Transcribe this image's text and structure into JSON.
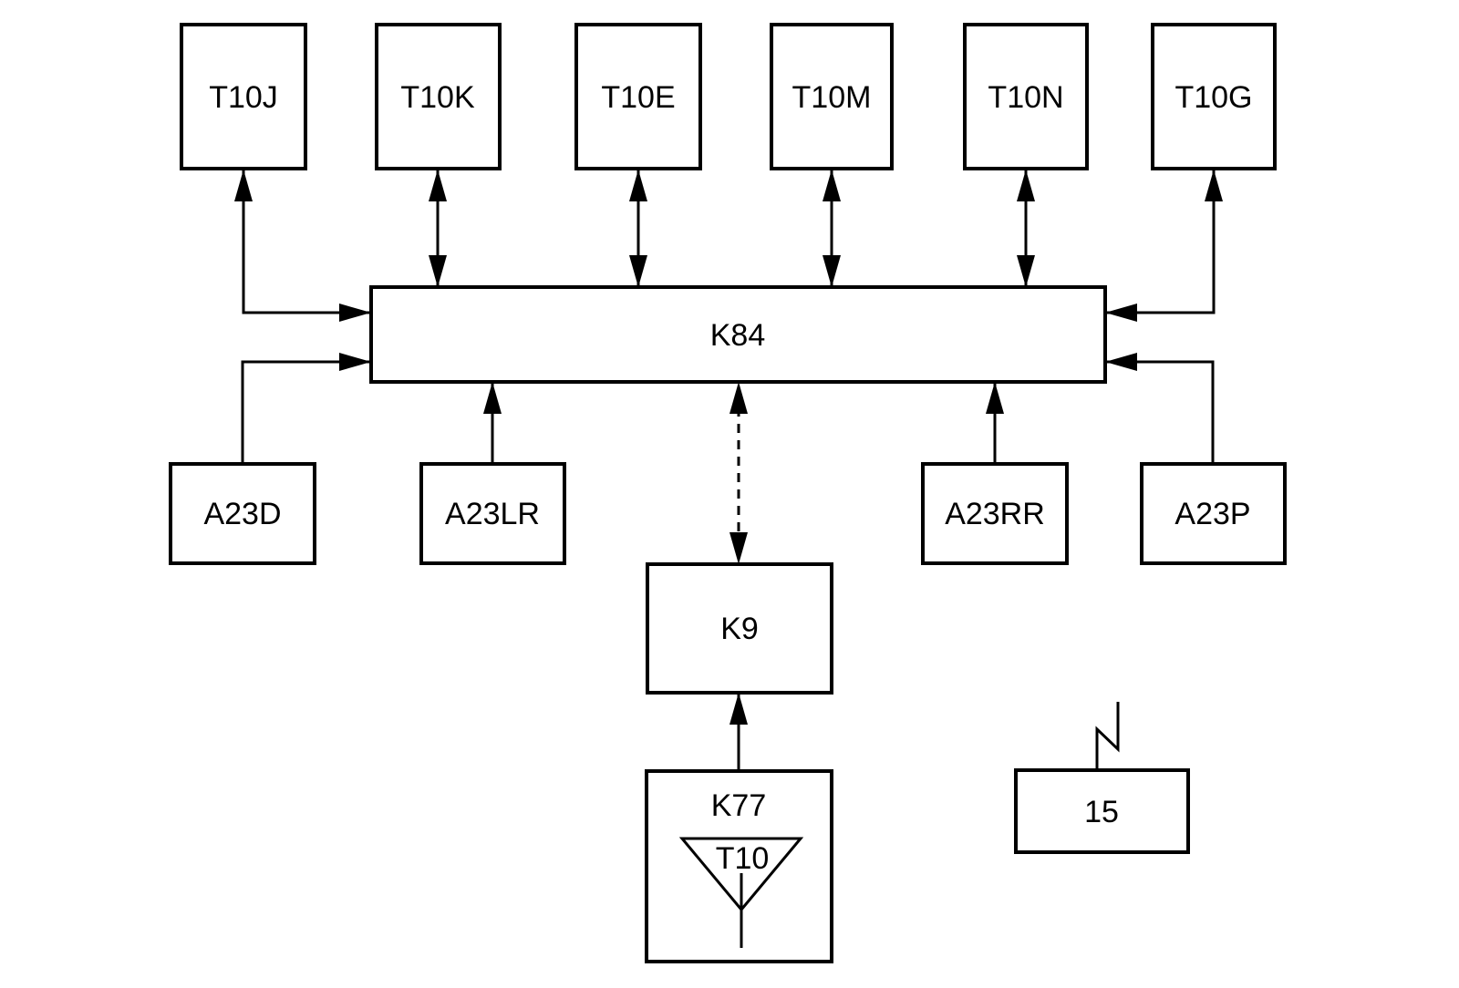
{
  "figure": {
    "paper_color": "#ffffff",
    "ink_color": "#000000"
  },
  "nodes": {
    "t10j": {
      "label": "T10J"
    },
    "t10k": {
      "label": "T10K"
    },
    "t10e": {
      "label": "T10E"
    },
    "t10m": {
      "label": "T10M"
    },
    "t10n": {
      "label": "T10N"
    },
    "t10g": {
      "label": "T10G"
    },
    "k84": {
      "label": "K84"
    },
    "a23d": {
      "label": "A23D"
    },
    "a23lr": {
      "label": "A23LR"
    },
    "a23rr": {
      "label": "A23RR"
    },
    "a23p": {
      "label": "A23P"
    },
    "k9": {
      "label": "K9"
    },
    "k77": {
      "label": "K77"
    },
    "t10": {
      "label": "T10"
    },
    "ant15": {
      "label": "15"
    }
  },
  "edges": [
    {
      "from": "T10J",
      "to": "K84",
      "direction": "bidirectional",
      "style": "solid"
    },
    {
      "from": "T10K",
      "to": "K84",
      "direction": "bidirectional",
      "style": "solid"
    },
    {
      "from": "T10E",
      "to": "K84",
      "direction": "bidirectional",
      "style": "solid"
    },
    {
      "from": "T10M",
      "to": "K84",
      "direction": "bidirectional",
      "style": "solid"
    },
    {
      "from": "T10N",
      "to": "K84",
      "direction": "bidirectional",
      "style": "solid"
    },
    {
      "from": "T10G",
      "to": "K84",
      "direction": "bidirectional",
      "style": "solid"
    },
    {
      "from": "A23D",
      "to": "K84",
      "direction": "one-way",
      "style": "solid"
    },
    {
      "from": "A23LR",
      "to": "K84",
      "direction": "one-way",
      "style": "solid"
    },
    {
      "from": "A23RR",
      "to": "K84",
      "direction": "one-way",
      "style": "solid"
    },
    {
      "from": "A23P",
      "to": "K84",
      "direction": "one-way",
      "style": "solid"
    },
    {
      "from": "K9",
      "to": "K84",
      "direction": "bidirectional",
      "style": "dashed"
    },
    {
      "from": "K77",
      "to": "K9",
      "direction": "one-way",
      "style": "solid"
    }
  ]
}
